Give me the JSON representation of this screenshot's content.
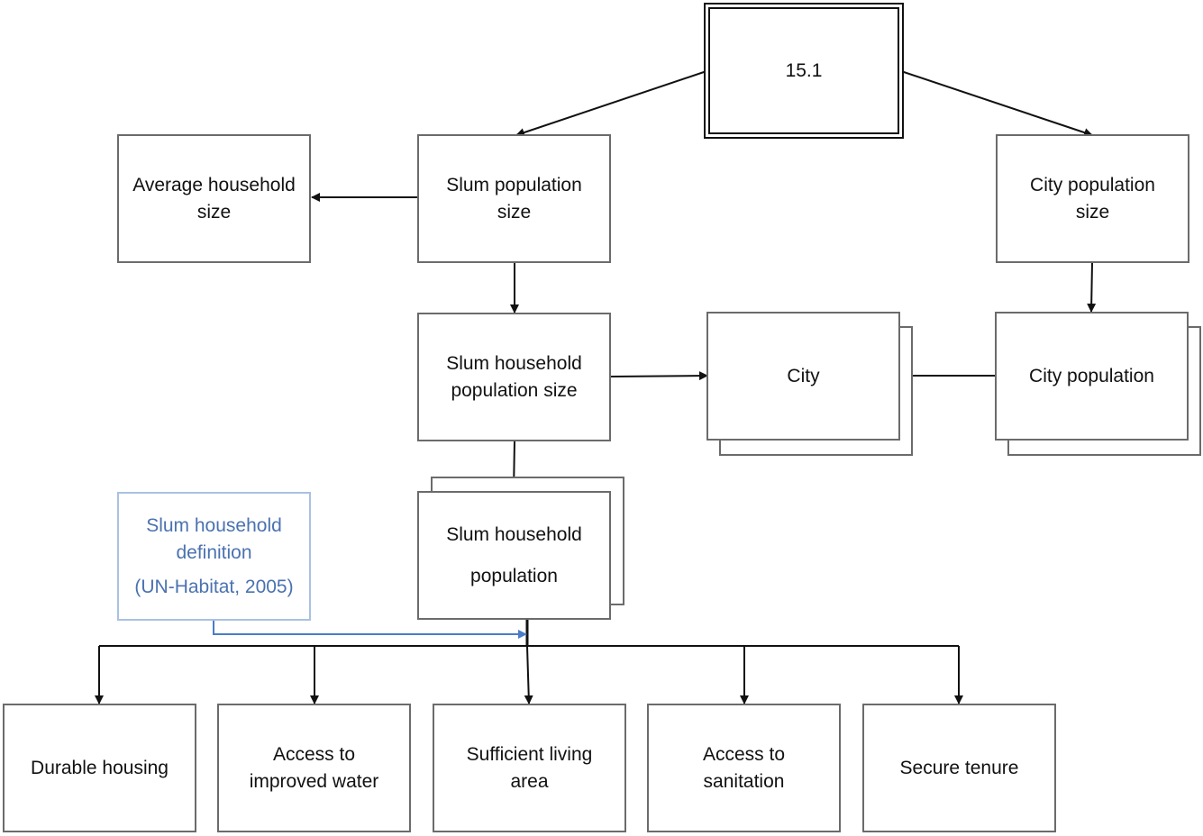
{
  "root": {
    "label": "15.1"
  },
  "nodes": {
    "avg_household_size": [
      "Average household",
      "size"
    ],
    "slum_pop_size": [
      "Slum population",
      "size"
    ],
    "city_pop_size": [
      "City population",
      "size"
    ],
    "slum_hh_pop_size": [
      "Slum household",
      "population size"
    ],
    "city": "City",
    "city_population": "City population",
    "slum_hh_population": [
      "Slum household",
      "population"
    ],
    "slum_hh_definition": [
      "Slum household",
      "definition",
      "(UN-Habitat, 2005)"
    ]
  },
  "criteria": {
    "durable_housing": [
      "Durable housing"
    ],
    "improved_water": [
      "Access to",
      "improved water"
    ],
    "living_area": [
      "Sufficient living",
      "area"
    ],
    "sanitation": [
      "Access to",
      "sanitation"
    ],
    "secure_tenure": [
      "Secure tenure"
    ]
  },
  "colors": {
    "line": "#111111",
    "border": "#6b6b6b",
    "definition_text": "#4a72b0",
    "definition_border": "#a9c1e2",
    "definition_arrow": "#4a7cc8"
  }
}
